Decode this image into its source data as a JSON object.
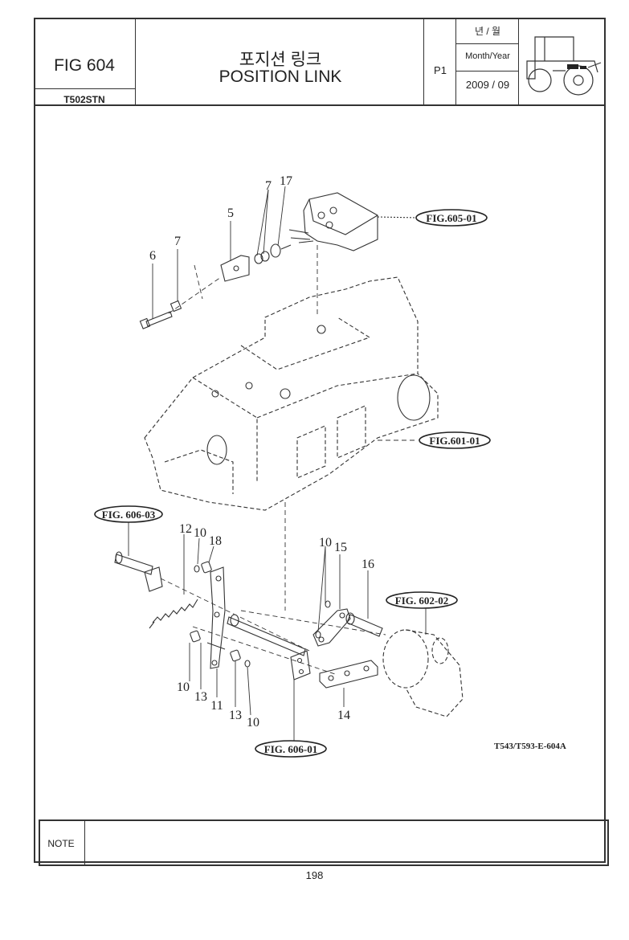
{
  "header": {
    "fig_number": "FIG 604",
    "model": "T502STN",
    "title_ko": "포지션 링크",
    "title_en": "POSITION LINK",
    "page_code": "P1",
    "month_year_ko": "년 / 월",
    "month_year_en": "Month/Year",
    "month_year_value": "2009 / 09"
  },
  "diagram": {
    "part_numbers": {
      "p5": "5",
      "p6": "6",
      "p7a": "7",
      "p7b": "7",
      "p17": "17",
      "p12": "12",
      "p10a": "10",
      "p18": "18",
      "p10b": "10",
      "p15": "15",
      "p16": "16",
      "p10c": "10",
      "p13a": "13",
      "p11": "11",
      "p13b": "13",
      "p10d": "10",
      "p14": "14"
    },
    "references": {
      "fig_605_01": "FIG.605-01",
      "fig_601_01": "FIG.601-01",
      "fig_606_03": "FIG. 606-03",
      "fig_602_02": "FIG. 602-02",
      "fig_606_01": "FIG. 606-01"
    },
    "drawing_code": "T543/T593-E-604A"
  },
  "note": {
    "label": "NOTE",
    "value": ""
  },
  "footer": {
    "page_number": "198"
  }
}
